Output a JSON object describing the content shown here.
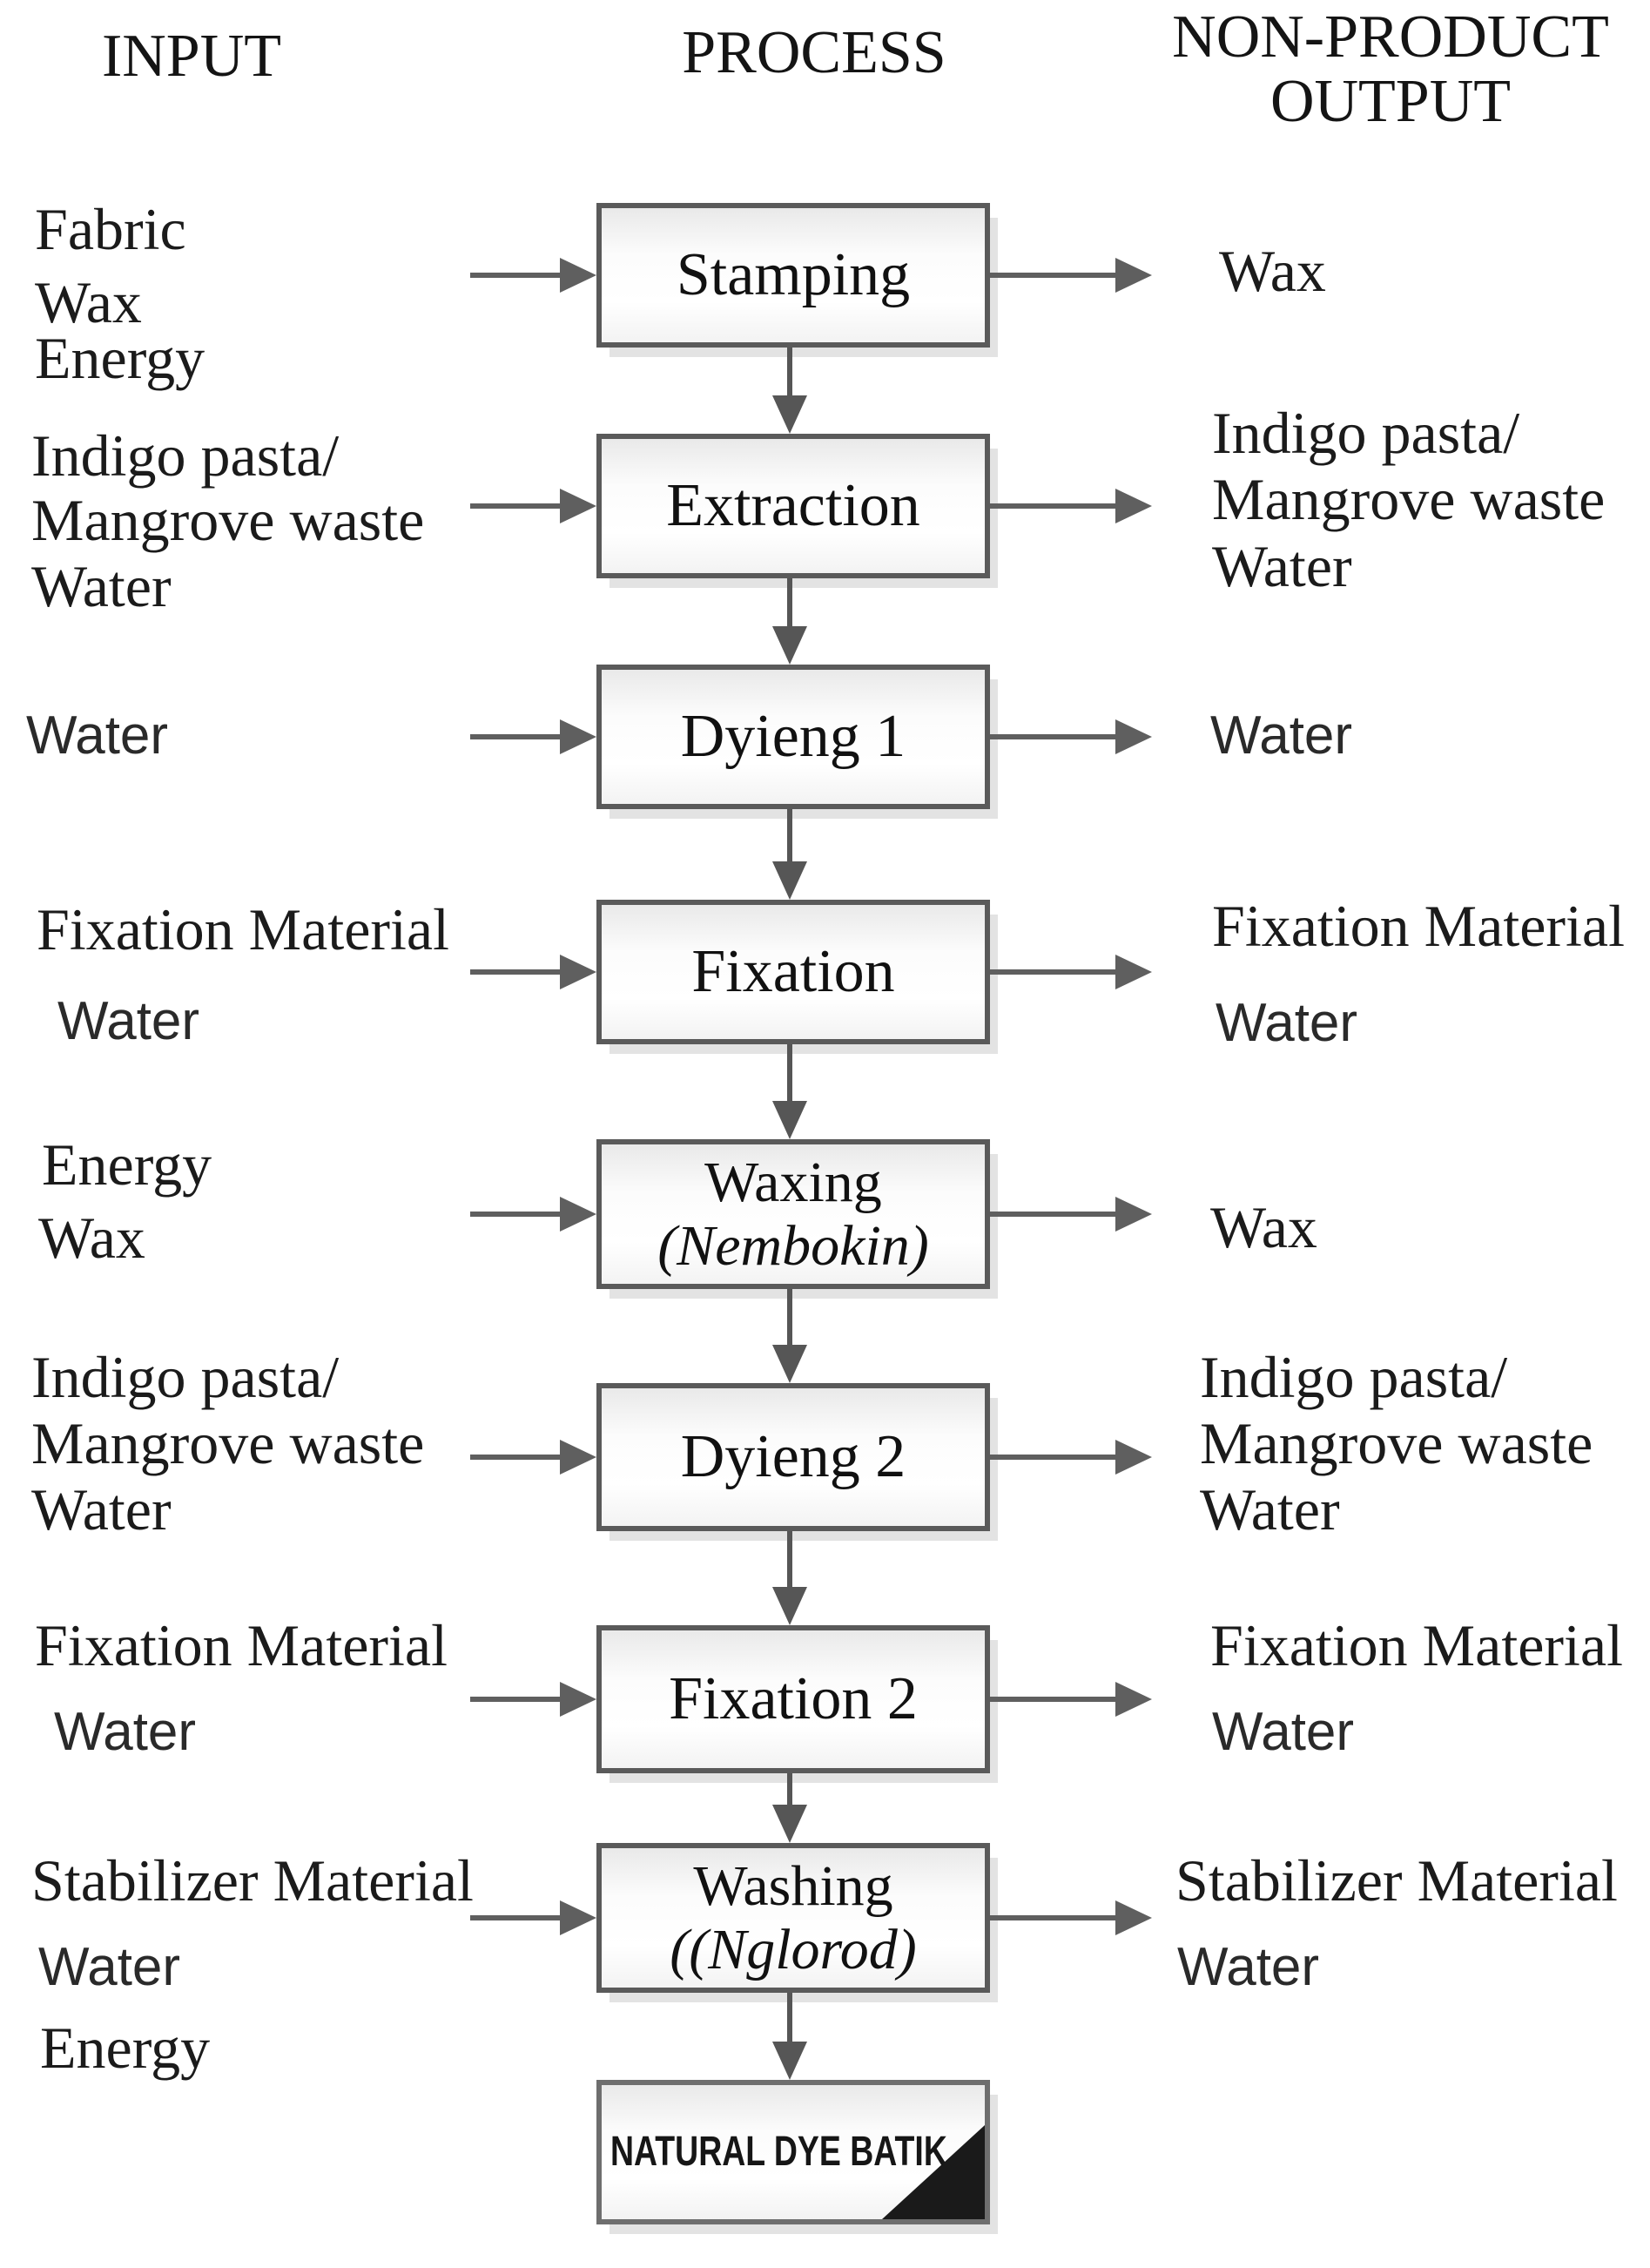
{
  "headers": {
    "input": "INPUT",
    "process": "PROCESS",
    "output_line1": "NON-PRODUCT",
    "output_line2": "OUTPUT"
  },
  "rows": [
    {
      "process": {
        "line1": "Stamping"
      },
      "inputs": [
        "Fabric",
        "Wax",
        "Energy"
      ],
      "outputs": [
        "Wax"
      ]
    },
    {
      "process": {
        "line1": "Extraction"
      },
      "inputs": [
        "Indigo pasta/",
        "Mangrove waste",
        "Water"
      ],
      "outputs": [
        "Indigo pasta/",
        "Mangrove waste",
        "Water"
      ]
    },
    {
      "process": {
        "line1": "Dyieng 1"
      },
      "inputs": [
        "Water"
      ],
      "outputs": [
        "Water"
      ]
    },
    {
      "process": {
        "line1": "Fixation"
      },
      "inputs": [
        "Fixation Material",
        "Water"
      ],
      "outputs": [
        "Fixation Material",
        "Water"
      ]
    },
    {
      "process": {
        "line1": "Waxing",
        "line2": "(Nembokin)"
      },
      "inputs": [
        "Energy",
        "Wax"
      ],
      "outputs": [
        "Wax"
      ]
    },
    {
      "process": {
        "line1": "Dyieng 2"
      },
      "inputs": [
        "Indigo pasta/",
        "Mangrove waste",
        "Water"
      ],
      "outputs": [
        "Indigo pasta/",
        "Mangrove waste",
        "Water"
      ]
    },
    {
      "process": {
        "line1": "Fixation 2"
      },
      "inputs": [
        "Fixation Material",
        "Water"
      ],
      "outputs": [
        "Fixation Material",
        "Water"
      ]
    },
    {
      "process": {
        "line1": "Washing",
        "line2": "((Nglorod)"
      },
      "inputs": [
        "Stabilizer Material",
        "Water",
        "Energy"
      ],
      "outputs": [
        "Stabilizer Material",
        "Water"
      ]
    }
  ],
  "final": {
    "label": "NATURAL DYE BATIK"
  },
  "colors": {
    "box_border": "#5a5a5a",
    "box_fill": "#f4f4f4",
    "arrow": "#5f5f5f",
    "shadow": "#e3e3e3",
    "corner_triangle": "#1a1a1a",
    "text": "#1b1b1b"
  }
}
